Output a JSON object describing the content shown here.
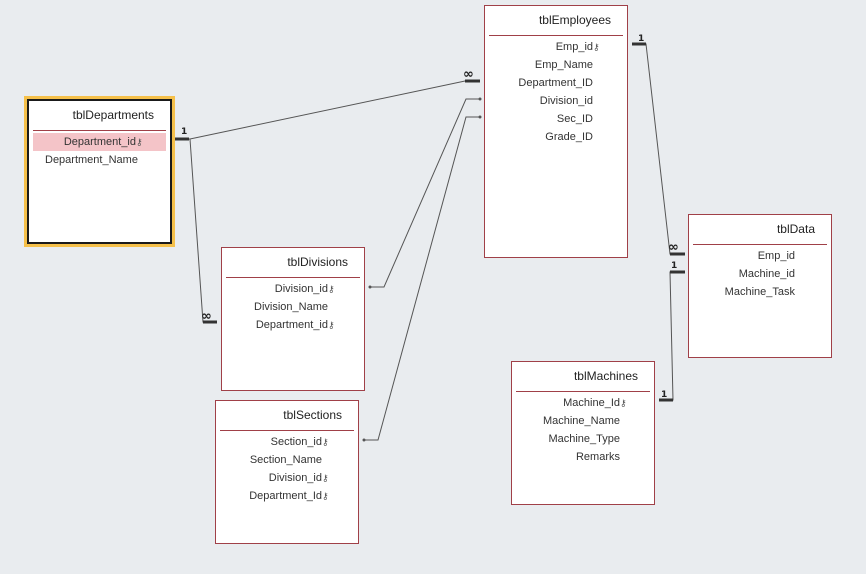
{
  "tables": {
    "employees": {
      "title": "tblEmployees",
      "fields": [
        "Emp_id",
        "Emp_Name",
        "Department_ID",
        "Division_id",
        "Sec_ID",
        "Grade_ID"
      ]
    },
    "departments": {
      "title": "tblDepartments",
      "fields": [
        "Department_id",
        "Department_Name"
      ]
    },
    "divisions": {
      "title": "tblDivisions",
      "fields": [
        "Division_id",
        "Division_Name",
        "Department_id"
      ]
    },
    "sections": {
      "title": "tblSections",
      "fields": [
        "Section_id",
        "Section_Name",
        "Division_id",
        "Department_Id"
      ]
    },
    "machines": {
      "title": "tblMachines",
      "fields": [
        "Machine_Id",
        "Machine_Name",
        "Machine_Type",
        "Remarks"
      ]
    },
    "data": {
      "title": "tblData",
      "fields": [
        "Emp_id",
        "Machine_id",
        "Machine_Task"
      ]
    }
  },
  "cardinality": {
    "one": "1",
    "many": "∞"
  },
  "icons": {
    "key": "key-icon"
  },
  "colors": {
    "border": "#a04048",
    "selection": "#f5c04a",
    "highlight": "#f4c4c8"
  }
}
